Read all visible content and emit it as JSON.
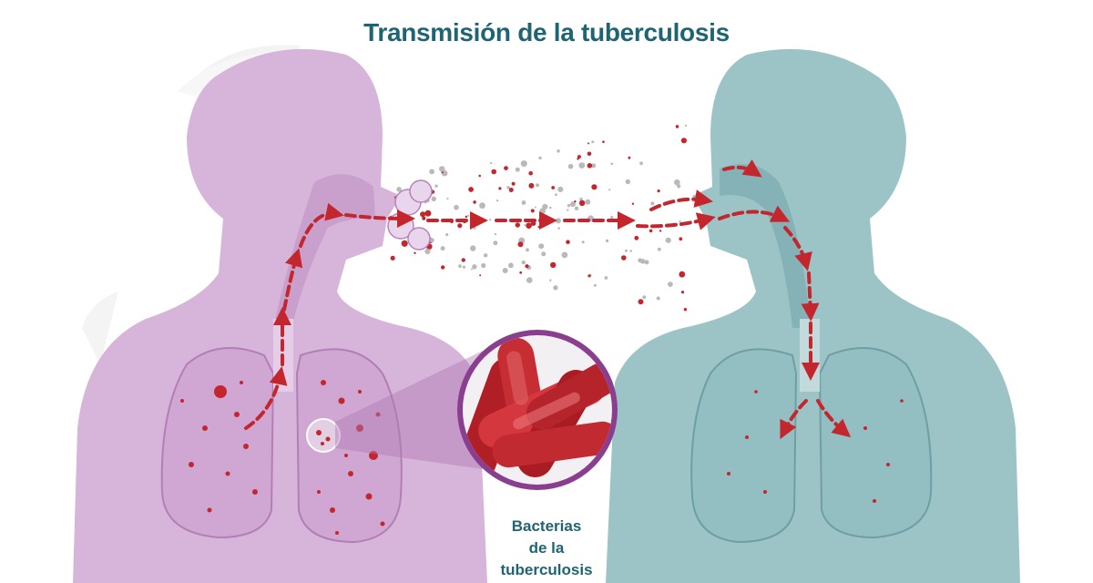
{
  "title": "Transmisión de la tuberculosis",
  "callout_label": {
    "line1": "Bacterias",
    "line2": "de la",
    "line3": "tuberculosis"
  },
  "figures": {
    "infected_person": {
      "icon": "infected-person-silhouette",
      "color": "#d7b4d9"
    },
    "exposed_person": {
      "icon": "exposed-person-silhouette",
      "color": "#9cc4c7"
    }
  },
  "colors": {
    "title": "#1f6472",
    "arrows": "#c4262e",
    "bacteria": "#c4262e",
    "magnifier_ring": "#8a3f8e",
    "droplets_grey": "#b9b9b9"
  }
}
